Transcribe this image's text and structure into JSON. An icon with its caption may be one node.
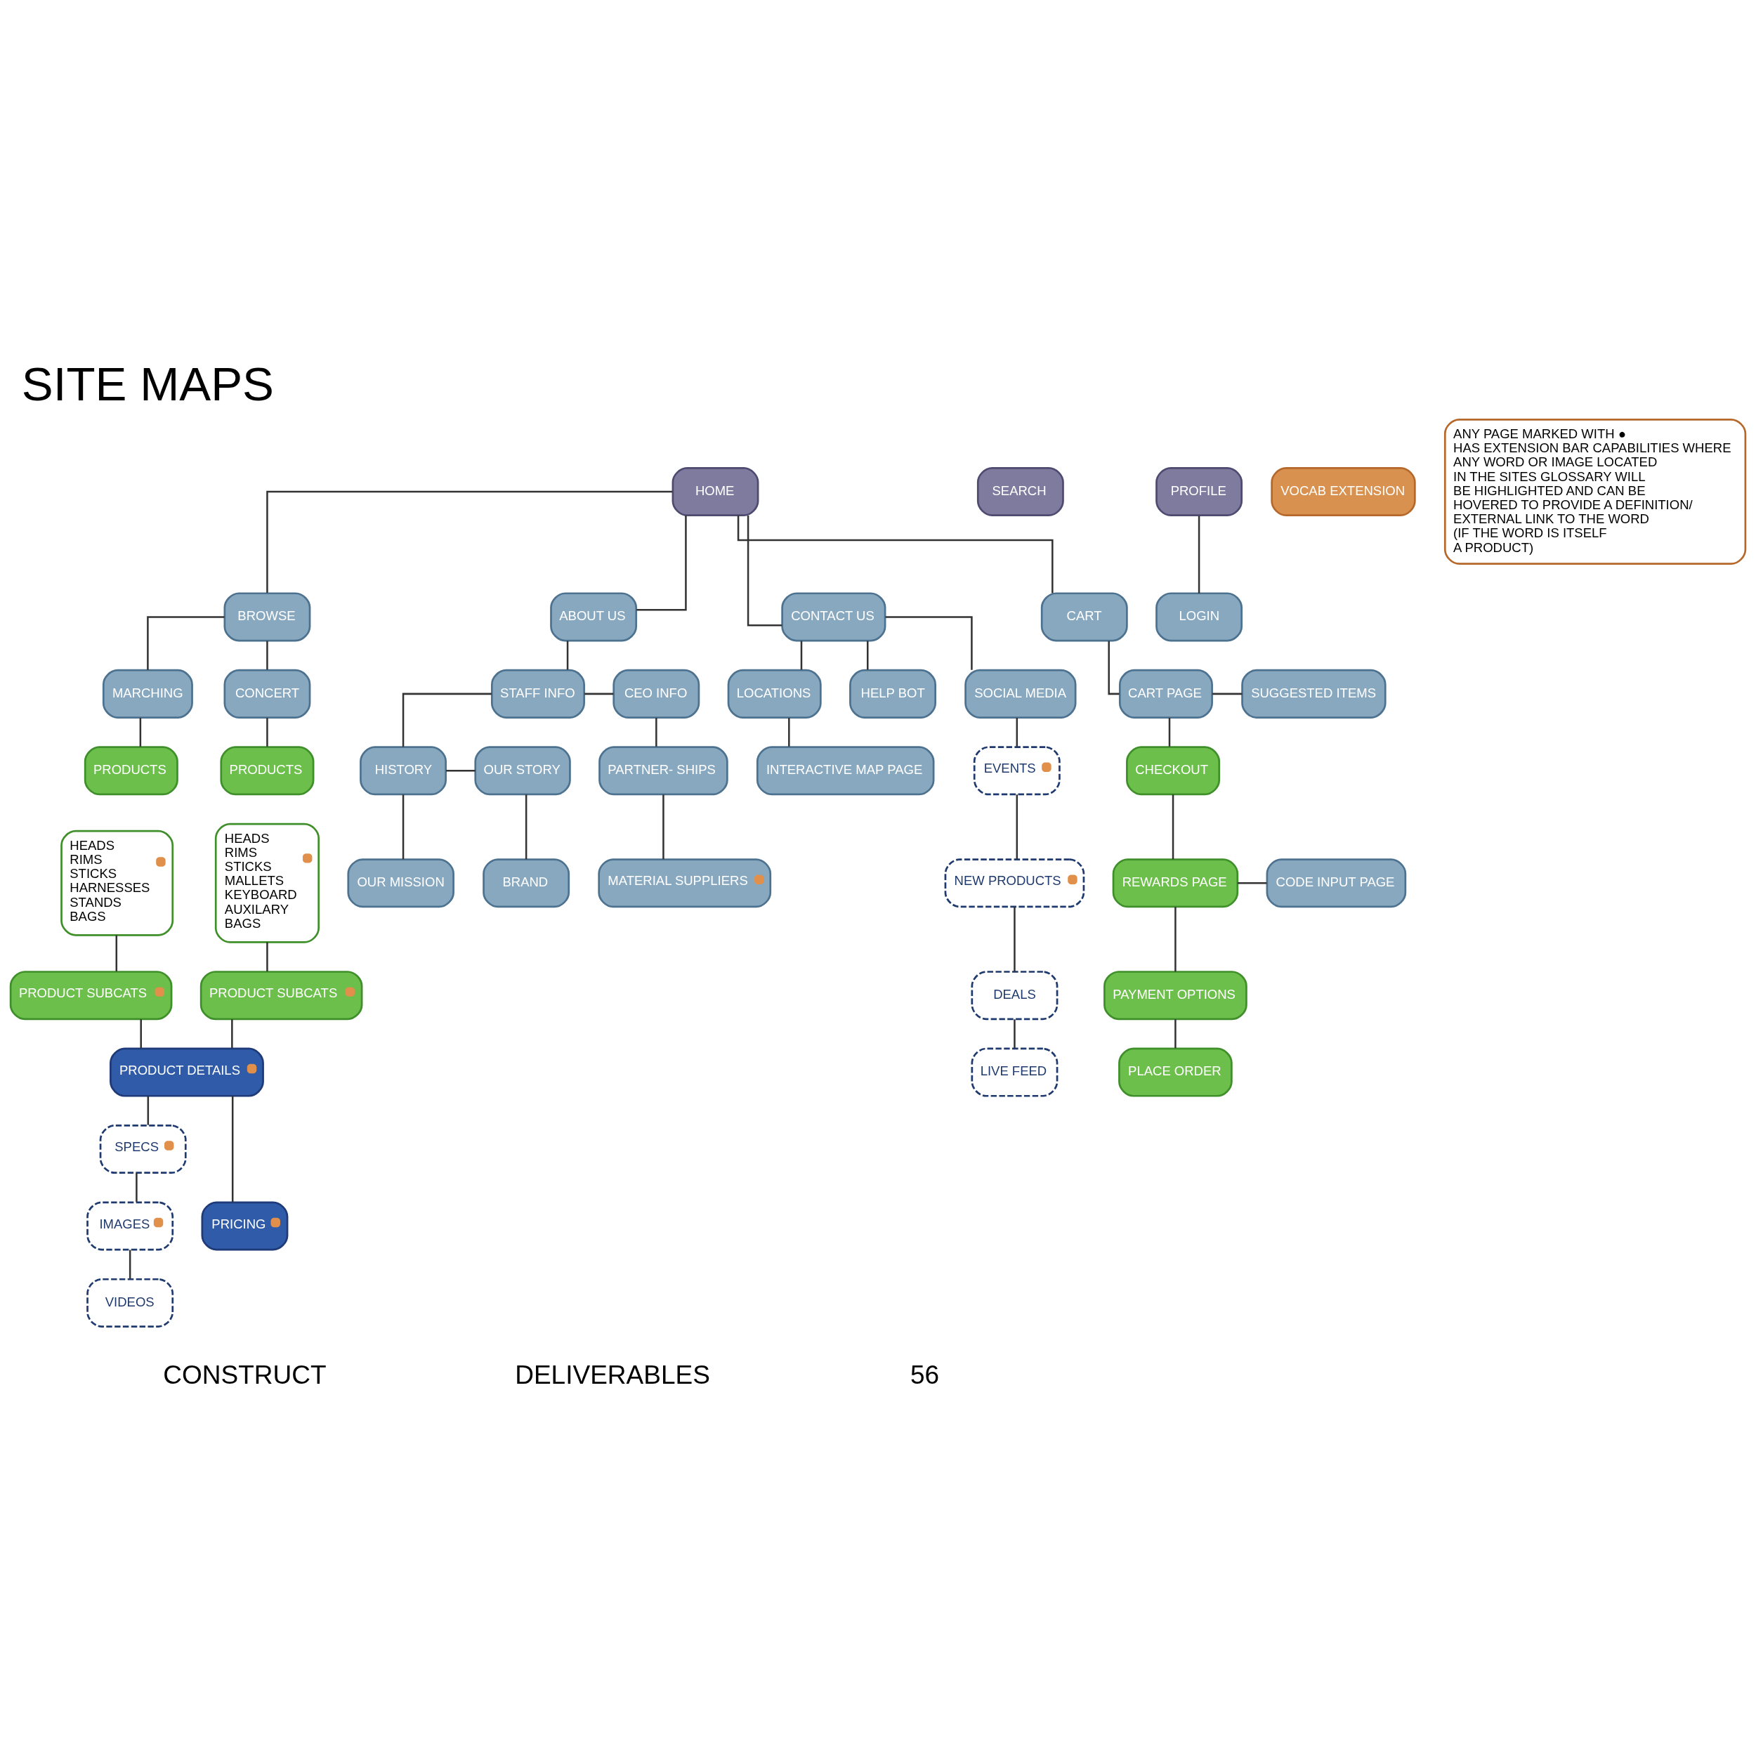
{
  "diagram": {
    "title": "SITE MAPS",
    "nodes": [
      {
        "text": [
          "HOME"
        ]
      },
      {
        "text": [
          "SEARCH"
        ]
      },
      {
        "text": [
          "PROFILE"
        ]
      },
      {
        "text": [
          "BROWSE"
        ]
      },
      {
        "text": [
          "ABOUT US"
        ]
      },
      {
        "text": [
          "CONTACT US"
        ]
      },
      {
        "text": [
          "CART"
        ]
      },
      {
        "text": [
          "LOGIN"
        ]
      },
      {
        "text": [
          "CONCERT"
        ]
      },
      {
        "text": [
          "MARCHING"
        ]
      },
      {
        "text": [
          "PRODUCTS"
        ]
      },
      {
        "text": [
          "HEADS",
          "RIMS",
          "STICKS",
          "MALLETS",
          "KEYBOARD",
          "AUXILARY",
          "BAGS"
        ]
      },
      {
        "text": [
          "PRODUCTS"
        ]
      },
      {
        "text": [
          "HEADS",
          "RIMS",
          "STICKS",
          "HARNESSES",
          "STANDS",
          "BAGS"
        ]
      },
      {
        "text": [
          "PRODUCT SUBCATS"
        ]
      },
      {
        "text": [
          "PRODUCT SUBCATS"
        ]
      },
      {
        "text": [
          "PRODUCT DETAILS"
        ]
      },
      {
        "text": [
          "SPECS"
        ]
      },
      {
        "text": [
          "IMAGES"
        ]
      },
      {
        "text": [
          "VIDEOS"
        ]
      },
      {
        "text": [
          "PRICING"
        ]
      },
      {
        "text": [
          "STAFF INFO"
        ]
      },
      {
        "text": [
          "CEO INFO"
        ]
      },
      {
        "text": [
          "PARTNER- SHIPS"
        ]
      },
      {
        "text": [
          "MATERIAL SUPPLIERS"
        ]
      },
      {
        "text": [
          "HISTORY"
        ]
      },
      {
        "text": [
          "OUR STORY"
        ]
      },
      {
        "text": [
          "BRAND"
        ]
      },
      {
        "text": [
          "OUR MISSION"
        ]
      },
      {
        "text": [
          "LOCATIONS"
        ]
      },
      {
        "text": [
          "INTERACTIVE MAP PAGE"
        ]
      },
      {
        "text": [
          "HELP BOT"
        ]
      },
      {
        "text": [
          "SOCIAL MEDIA"
        ]
      },
      {
        "text": [
          "EVENTS"
        ]
      },
      {
        "text": [
          "NEW PRODUCTS"
        ]
      },
      {
        "text": [
          "DEALS"
        ]
      },
      {
        "text": [
          "LIVE FEED"
        ]
      },
      {
        "text": [
          "CART PAGE"
        ]
      },
      {
        "text": [
          "SUGGESTED ITEMS"
        ]
      },
      {
        "text": [
          "CHECKOUT"
        ]
      },
      {
        "text": [
          "REWARDS PAGE"
        ]
      },
      {
        "text": [
          "CODE INPUT PAGE"
        ]
      },
      {
        "text": [
          "PAYMENT OPTIONS"
        ]
      },
      {
        "text": [
          "PLACE ORDER"
        ]
      },
      {
        "text": [
          "VOCAB EXTENSION"
        ]
      },
      {
        "text": [
          "ANY PAGE MARKED WITH ● HAS EXTENSION BAR CAPABILITIES WHERE ANY WORD OR IMAGE LOCATED IN THE SITES GLOSSARY WILL BE HIGHLIGHTED AND CAN BE HOVERED TO PROVIDE A DEFINITION/ EXTERNAL LINK TO THE WORD (IF THE WORD IS ITSELF A PRODUCT)"
        ]
      }
    ],
    "edges": [
      {
        "from": 0,
        "to": 3,
        "arrow": "none"
      },
      {
        "from": 0,
        "to": 4,
        "arrow": "none"
      },
      {
        "from": 0,
        "to": 5,
        "arrow": "none"
      },
      {
        "from": 0,
        "to": 6,
        "arrow": "none"
      },
      {
        "from": 2,
        "to": 7,
        "arrow": "none"
      },
      {
        "from": 3,
        "to": 8,
        "arrow": "none"
      },
      {
        "from": 3,
        "to": 9,
        "arrow": "none"
      },
      {
        "from": 8,
        "to": 10,
        "arrow": "none"
      },
      {
        "from": 9,
        "to": 12,
        "arrow": "none"
      },
      {
        "from": 11,
        "to": 14,
        "arrow": "none"
      },
      {
        "from": 13,
        "to": 15,
        "arrow": "none"
      },
      {
        "from": 14,
        "to": 16,
        "arrow": "none"
      },
      {
        "from": 15,
        "to": 16,
        "arrow": "none"
      },
      {
        "from": 16,
        "to": 17,
        "arrow": "none"
      },
      {
        "from": 17,
        "to": 18,
        "arrow": "none"
      },
      {
        "from": 18,
        "to": 19,
        "arrow": "none"
      },
      {
        "from": 16,
        "to": 20,
        "arrow": "none"
      },
      {
        "from": 4,
        "to": 21,
        "arrow": "none"
      },
      {
        "from": 21,
        "to": 22,
        "arrow": "none"
      },
      {
        "from": 22,
        "to": 23,
        "arrow": "none"
      },
      {
        "from": 23,
        "to": 24,
        "arrow": "none"
      },
      {
        "from": 21,
        "to": 25,
        "arrow": "none"
      },
      {
        "from": 25,
        "to": 26,
        "arrow": "none"
      },
      {
        "from": 26,
        "to": 27,
        "arrow": "none"
      },
      {
        "from": 25,
        "to": 28,
        "arrow": "none"
      },
      {
        "from": 5,
        "to": 29,
        "arrow": "none"
      },
      {
        "from": 29,
        "to": 30,
        "arrow": "none"
      },
      {
        "from": 5,
        "to": 31,
        "arrow": "none"
      },
      {
        "from": 5,
        "to": 32,
        "arrow": "none"
      },
      {
        "from": 32,
        "to": 33,
        "arrow": "none"
      },
      {
        "from": 33,
        "to": 34,
        "arrow": "none"
      },
      {
        "from": 34,
        "to": 35,
        "arrow": "none"
      },
      {
        "from": 35,
        "to": 36,
        "arrow": "none"
      },
      {
        "from": 6,
        "to": 37,
        "arrow": "none"
      },
      {
        "from": 37,
        "to": 38,
        "arrow": "none"
      },
      {
        "from": 37,
        "to": 39,
        "arrow": "none"
      },
      {
        "from": 39,
        "to": 40,
        "arrow": "none"
      },
      {
        "from": 40,
        "to": 41,
        "arrow": "none"
      },
      {
        "from": 40,
        "to": 42,
        "arrow": "none"
      },
      {
        "from": 42,
        "to": 43,
        "arrow": "none"
      }
    ],
    "labels": [
      "CONSTRUCT",
      "DELIVERABLES",
      "56"
    ]
  }
}
